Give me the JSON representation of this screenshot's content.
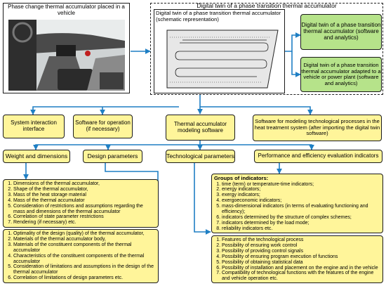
{
  "colors": {
    "yellow": "#fff59a",
    "green": "#b6e38a",
    "arrow": "#1f7fc4"
  },
  "photo_panel": {
    "title": "Phase change thermal accumulator placed in a vehicle"
  },
  "digital_twin_panel": {
    "title": "Digital twin of a phase transition thermal accumulator",
    "schematic_title": "Digital twin of a phase transition thermal accumulator (schematic representation)",
    "software_box": "Digital twin of a phase transition thermal accumulator (software and analytics)",
    "adapted_box": "Digital twin of a phase transition thermal accumulator adapted to a vehicle or power plant (software and analytics)"
  },
  "top_row": {
    "system_interaction": "System interaction interface",
    "software_operation": "Software for operation (if necessary)",
    "modeling_software": "Thermal accumulator modeling software",
    "tech_process_software": "Software for modeling technological processes in the heat treatment system (after importing the digital twin software)"
  },
  "param_row": {
    "weight": "Weight and dimensions",
    "design": "Design parameters",
    "technological": "Technological parameters",
    "performance": "Performance and efficiency evaluation indicators"
  },
  "weight_items": [
    "Dimensions of the thermal accumulator,",
    "Shape of the thermal accumulator,",
    "Mass of the heat storage material",
    "Mass of the thermal accumulator",
    "Consideration of restrictions and assumptions regarding the mass and dimensions of the thermal accumulator",
    "Correlation of state parameter restrictions",
    "Rendering (if necessary) etc."
  ],
  "design_items": [
    "Optimality of the design (quality) of the thermal accumulator,",
    "Materials of the thermal accumulator body,",
    "Materials of the constituent components of the thermal accumulator",
    "Characteristics of the constituent components of the thermal accumulator",
    "Consideration of limitations and assumptions in the design of the thermal accumulator",
    "Correlation of limitations of design parameters etc."
  ],
  "indicators": {
    "title": "Groups of indicators:",
    "items": [
      "time (term) or temperature-time indicators;",
      "energy indicators;",
      "exergy indicators;",
      "exergoeconomic indicators;",
      "mass-dimensional indicators (in terms of evaluating functioning and efficiency);",
      "indicators determined by the structure of complex schemes;",
      "indicators determined by the load mode;",
      "reliability indicators etc."
    ]
  },
  "tech_items": [
    "Features of the technological process",
    "Possibility of ensuring work control",
    "Possibility of providing control signals",
    "Possibility of ensuring program execution of functions",
    "Possibility of obtaining statistical data",
    "Possibility of installation and placement on the engine and in the vehicle",
    "Compatibility of technological functions with the features of the engine and vehicle operation etc."
  ]
}
